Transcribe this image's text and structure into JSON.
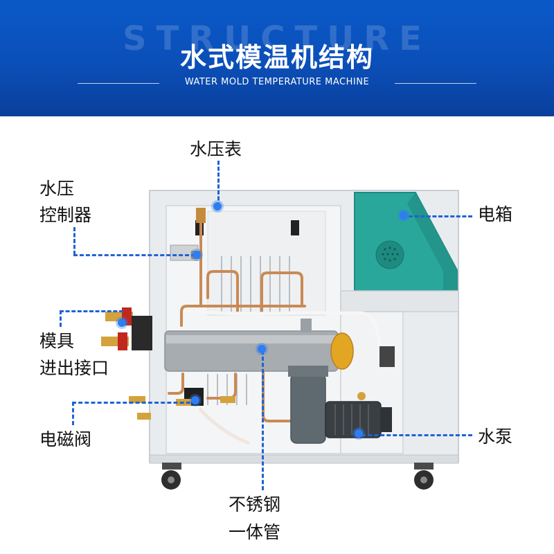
{
  "header": {
    "watermark": "STRUCTURE",
    "title": "水式模温机结构",
    "subtitle": "WATER MOLD TEMPERATURE MACHINE"
  },
  "labels": {
    "pressure_gauge": "水压表",
    "pressure_controller_line1": "水压",
    "pressure_controller_line2": "控制器",
    "electric_box": "电箱",
    "mold_ports_line1": "模具",
    "mold_ports_line2": "进出接口",
    "solenoid_valve": "电磁阀",
    "water_pump": "水泵",
    "steel_pipe_line1": "不锈钢",
    "steel_pipe_line2": "一体管"
  },
  "colors": {
    "banner": "#0b4fb8",
    "leader_line": "#1f63d3",
    "cabinet": "#e8ebee",
    "electric_box": "#2aa79b"
  }
}
